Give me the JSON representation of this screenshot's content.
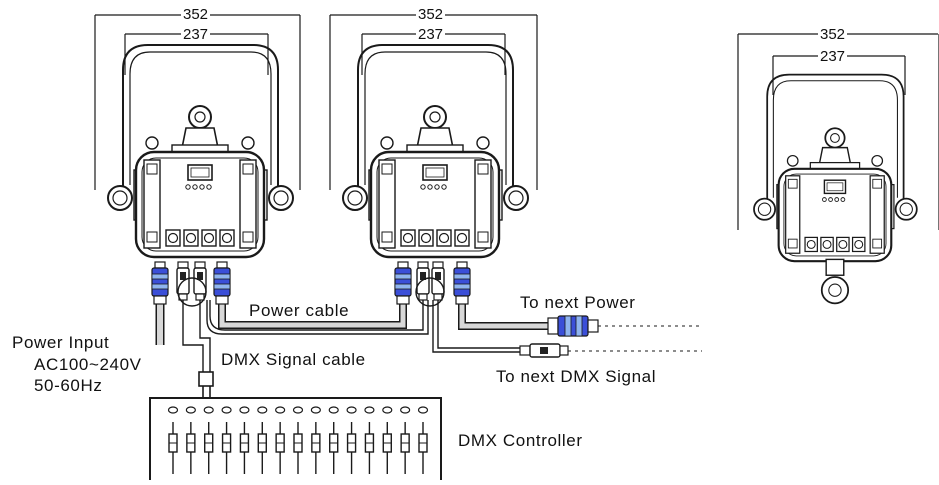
{
  "dimensions": {
    "outer": "352",
    "inner": "237"
  },
  "labels": {
    "power_cable": "Power cable",
    "to_next_power": "To next Power",
    "power_input_title": "Power Input",
    "power_input_voltage": "AC100~240V",
    "power_input_freq": "50-60Hz",
    "dmx_signal_cable": "DMX Signal cable",
    "to_next_dmx": "To next DMX Signal",
    "dmx_controller": "DMX Controller"
  },
  "controller": {
    "channel_count": 15
  },
  "colors": {
    "line": "#1a1a1a",
    "connector_blue": "#3b4fd8",
    "connector_light_blue": "#8fb4f0",
    "cable_fill": "#d8d8d8"
  }
}
